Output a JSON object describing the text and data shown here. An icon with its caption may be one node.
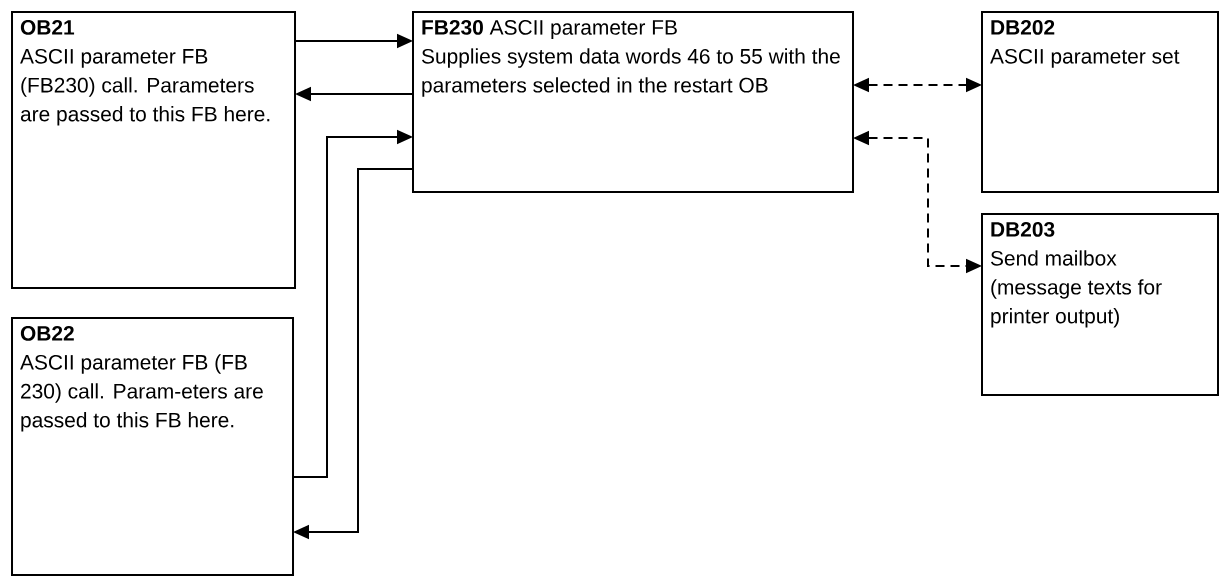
{
  "diagram": {
    "nodes": [
      {
        "text": [
          "OB21",
          "ASCII parameter FB (FB230) call. Parameters are passed to this FB here."
        ]
      },
      {
        "text": [
          "**FB230** ASCII parameter FB",
          "Supplies system data words 46 to 55 with the parameters selected in the restart OB"
        ]
      },
      {
        "text": [
          "DB202",
          "ASCII parameter set"
        ]
      },
      {
        "text": [
          "DB203",
          "Send mailbox (message texts for printer output)"
        ]
      },
      {
        "text": [
          "OB22",
          "ASCII parameter FB (FB 230) call. Param-eters are passed to this FB here."
        ]
      }
    ],
    "edges": [
      {
        "from": 0,
        "to": 1,
        "arrow": "to"
      },
      {
        "from": 1,
        "to": 0,
        "arrow": "to"
      },
      {
        "from": 4,
        "to": 1,
        "arrow": "to"
      },
      {
        "from": 1,
        "to": 4,
        "arrow": "to"
      },
      {
        "from": 1,
        "to": 2,
        "arrow": "both",
        "style": "dashed"
      },
      {
        "from": 1,
        "to": 3,
        "arrow": "both",
        "style": "dashed"
      }
    ]
  }
}
